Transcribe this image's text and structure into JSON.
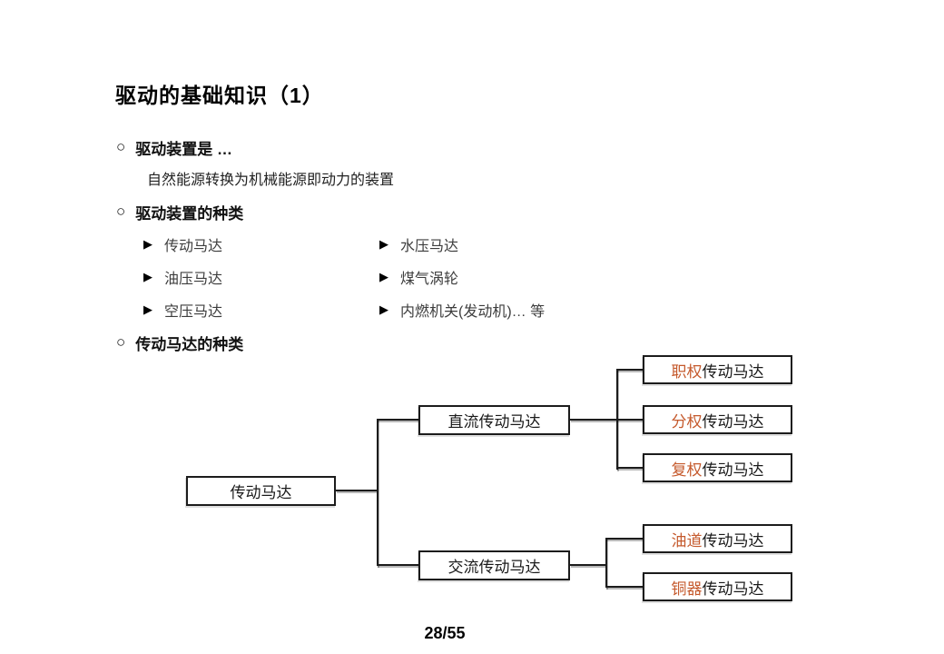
{
  "page": {
    "title": "驱动的基础知识（1）",
    "page_number": "28/55"
  },
  "icons": {
    "circle_bullet": "○",
    "triangle_bullet": "▶"
  },
  "sections": {
    "s1": {
      "label": "驱动装置是 …",
      "body": "自然能源转换为机械能源即动力的装置"
    },
    "s2": {
      "label": "驱动装置的种类"
    },
    "s3": {
      "label": "传动马达的种类"
    }
  },
  "motor_list": {
    "left": [
      "传动马达",
      "油压马达",
      "空压马达"
    ],
    "right": [
      "水压马达",
      "煤气涡轮",
      "内燃机关(发动机)… 等"
    ]
  },
  "diagram": {
    "highlight_color": "#C55A2D",
    "root": {
      "label": "传动马达"
    },
    "branches": [
      {
        "label": "直流传动马达",
        "children": [
          {
            "prefix": "职权",
            "rest": "传动马达"
          },
          {
            "prefix": "分权",
            "rest": "传动马达"
          },
          {
            "prefix": "复权",
            "rest": "传动马达"
          }
        ]
      },
      {
        "label": "交流传动马达",
        "children": [
          {
            "prefix": "油道",
            "rest": "传动马达"
          },
          {
            "prefix": "铜器",
            "rest": "传动马达"
          }
        ]
      }
    ]
  }
}
